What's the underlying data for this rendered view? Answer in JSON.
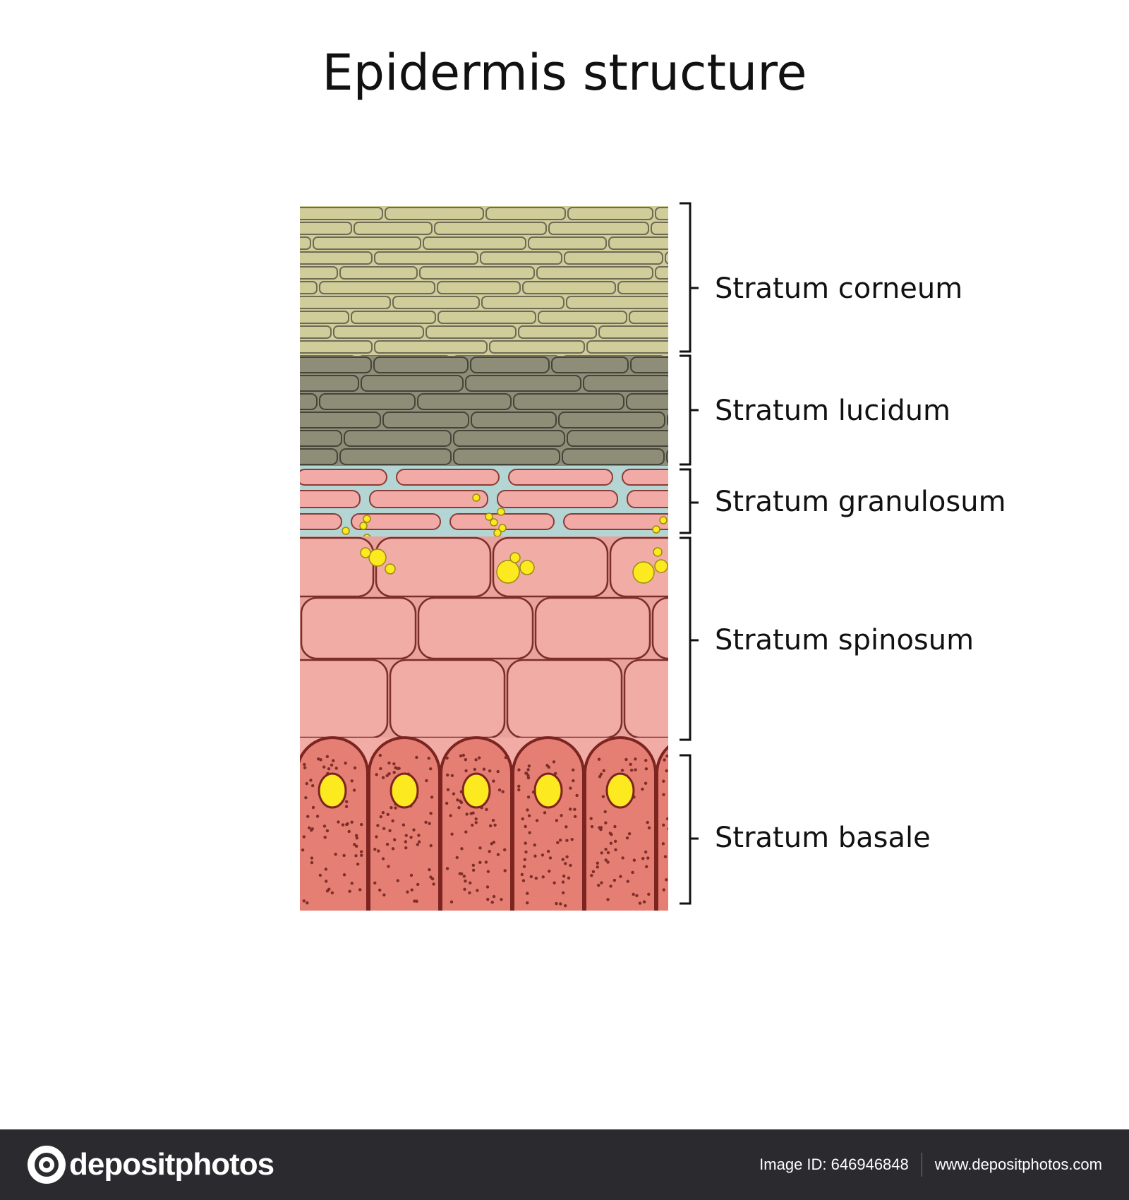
{
  "title": "Epidermis structure",
  "layers": [
    {
      "label": "Stratum corneum"
    },
    {
      "label": "Stratum lucidum"
    },
    {
      "label": "Stratum granulosum"
    },
    {
      "label": "Stratum spinosum"
    },
    {
      "label": "Stratum basale"
    }
  ],
  "colors": {
    "corneum": "#d1cd9a",
    "lucidum": "#8e8d78",
    "granulosum_bg": "#b3d6d5",
    "granulosum_cell": "#f2aaa6",
    "spinosum": "#f2aca6",
    "basale": "#e57f74",
    "granule": "#fde91f",
    "footer": "#2b2a2f"
  },
  "footer": {
    "brand": "depositphotos",
    "image_id": "Image ID: 646946848",
    "website": "www.depositphotos.com"
  }
}
